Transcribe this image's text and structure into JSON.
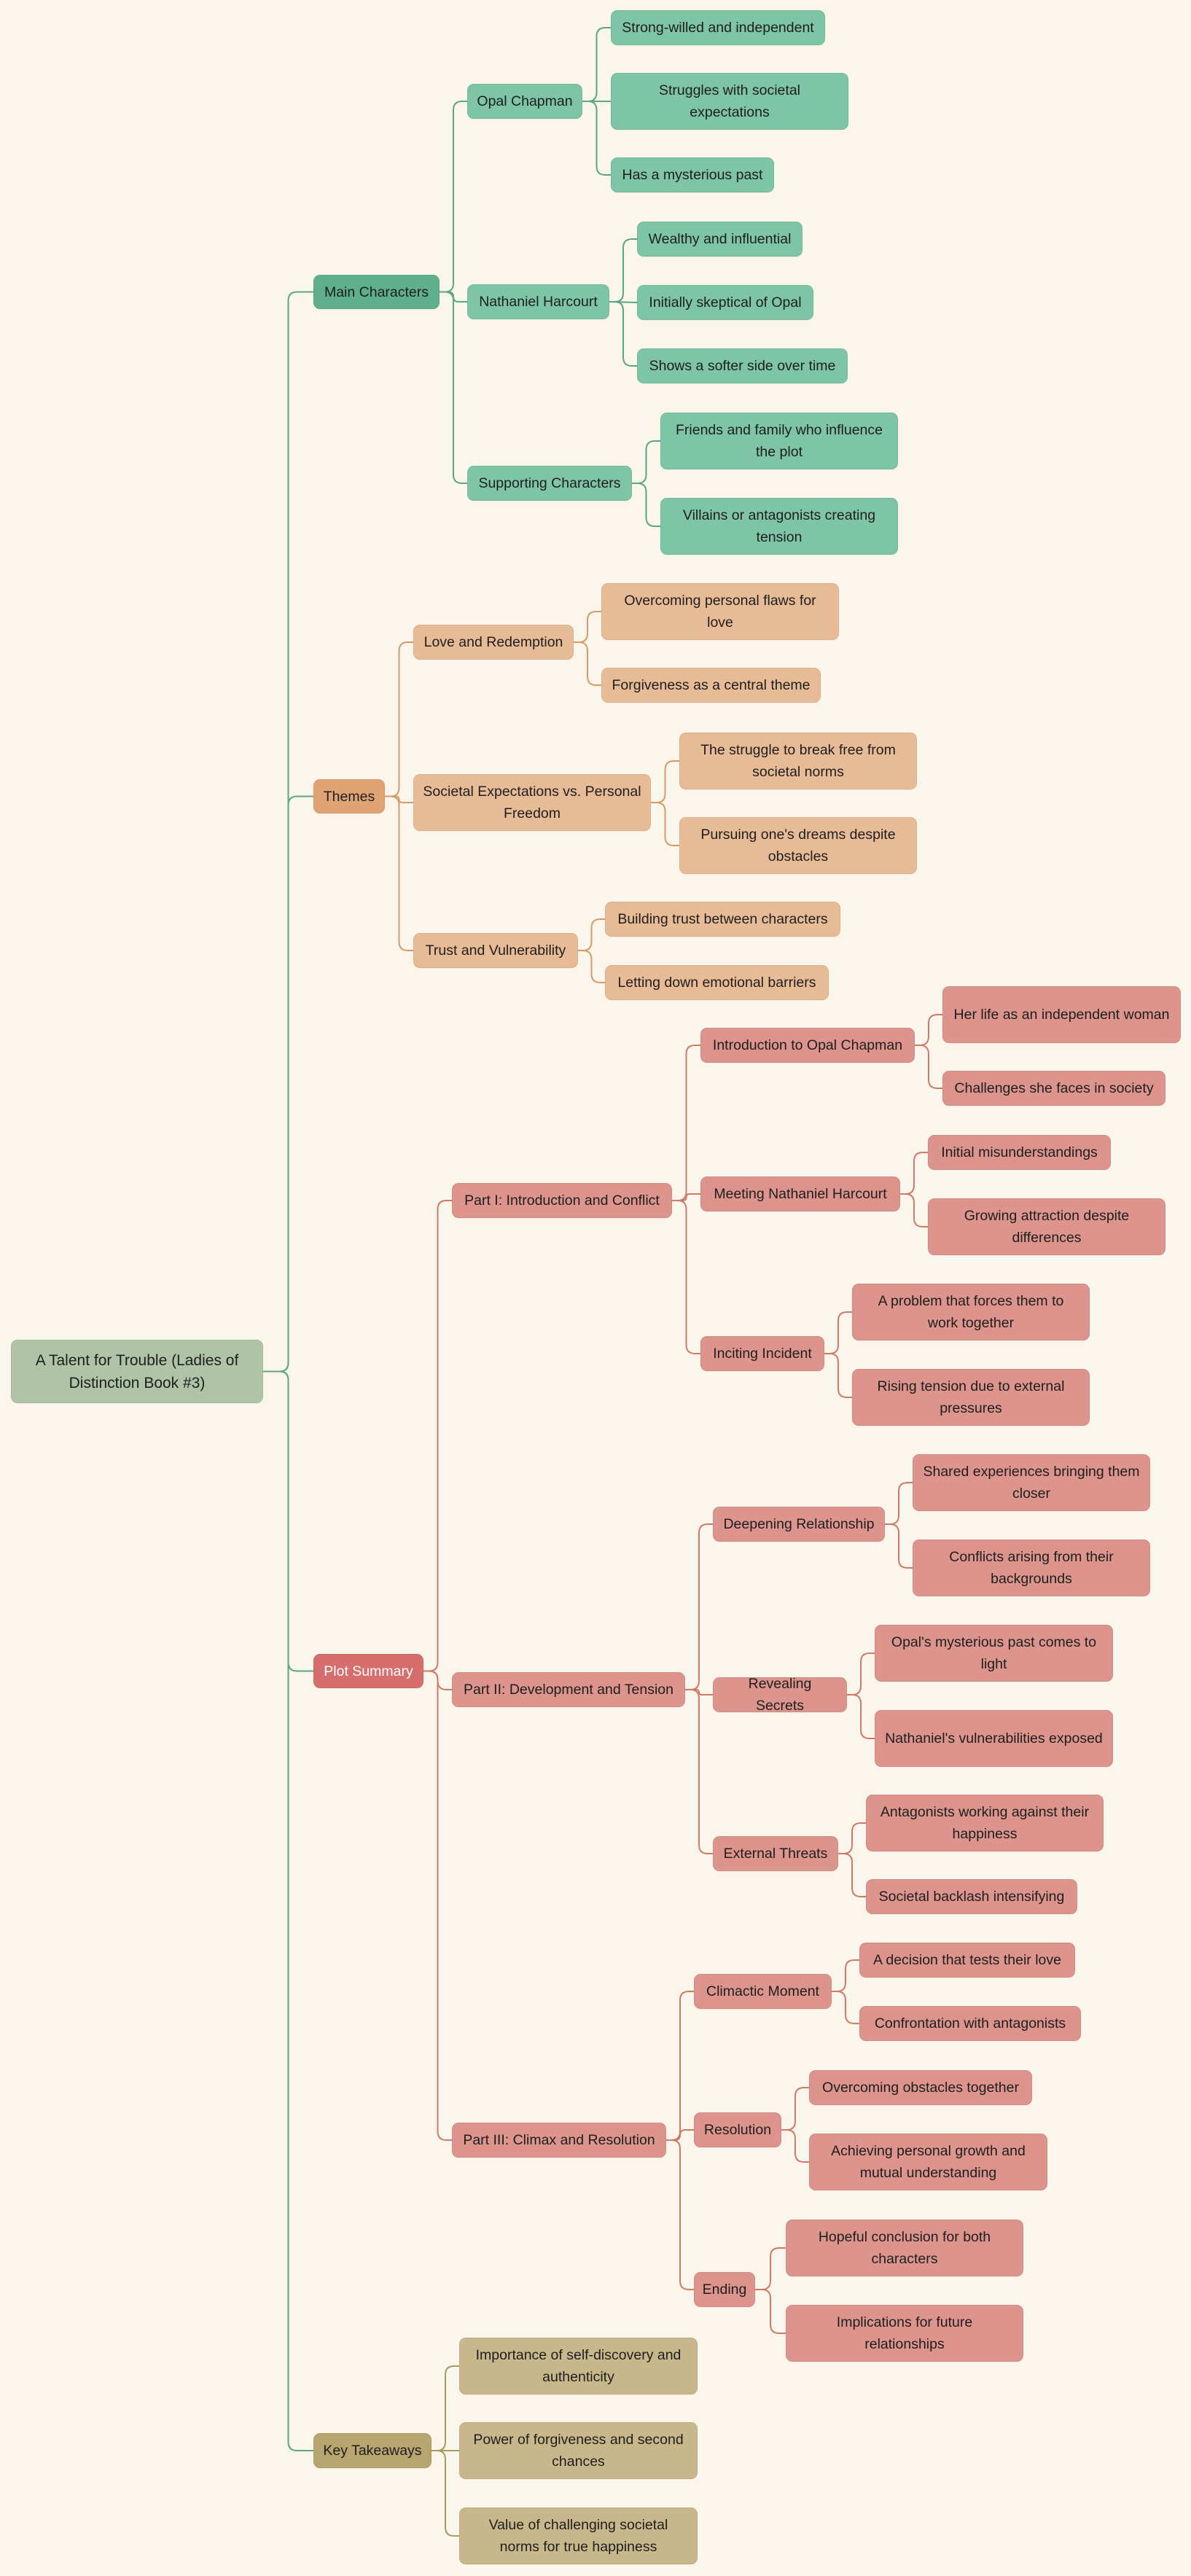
{
  "root": {
    "label": "A Talent for Trouble (Ladies of Distinction Book #3)"
  },
  "branches": {
    "main_characters": {
      "label": "Main Characters",
      "opal": {
        "label": "Opal Chapman",
        "items": [
          "Strong-willed and independent",
          "Struggles with societal expectations",
          "Has a mysterious past"
        ]
      },
      "nathaniel": {
        "label": "Nathaniel Harcourt",
        "items": [
          "Wealthy and influential",
          "Initially skeptical of Opal",
          "Shows a softer side over time"
        ]
      },
      "supporting": {
        "label": "Supporting Characters",
        "items": [
          "Friends and family who influence the plot",
          "Villains or antagonists creating tension"
        ]
      }
    },
    "themes": {
      "label": "Themes",
      "love": {
        "label": "Love and Redemption",
        "items": [
          "Overcoming personal flaws for love",
          "Forgiveness as a central theme"
        ]
      },
      "society": {
        "label": "Societal Expectations vs. Personal Freedom",
        "items": [
          "The struggle to break free from societal norms",
          "Pursuing one's dreams despite obstacles"
        ]
      },
      "trust": {
        "label": "Trust and Vulnerability",
        "items": [
          "Building trust between characters",
          "Letting down emotional barriers"
        ]
      }
    },
    "plot": {
      "label": "Plot Summary",
      "part1": {
        "label": "Part I: Introduction and Conflict",
        "intro": {
          "label": "Introduction to Opal Chapman",
          "items": [
            "Her life as an independent woman",
            "Challenges she faces in society"
          ]
        },
        "meeting": {
          "label": "Meeting Nathaniel Harcourt",
          "items": [
            "Initial misunderstandings",
            "Growing attraction despite differences"
          ]
        },
        "inciting": {
          "label": "Inciting Incident",
          "items": [
            "A problem that forces them to work together",
            "Rising tension due to external pressures"
          ]
        }
      },
      "part2": {
        "label": "Part II: Development and Tension",
        "deepening": {
          "label": "Deepening Relationship",
          "items": [
            "Shared experiences bringing them closer",
            "Conflicts arising from their backgrounds"
          ]
        },
        "secrets": {
          "label": "Revealing Secrets",
          "items": [
            "Opal's mysterious past comes to light",
            "Nathaniel's vulnerabilities exposed"
          ]
        },
        "threats": {
          "label": "External Threats",
          "items": [
            "Antagonists working against their happiness",
            "Societal backlash intensifying"
          ]
        }
      },
      "part3": {
        "label": "Part III: Climax and Resolution",
        "climax": {
          "label": "Climactic Moment",
          "items": [
            "A decision that tests their love",
            "Confrontation with antagonists"
          ]
        },
        "resolution": {
          "label": "Resolution",
          "items": [
            "Overcoming obstacles together",
            "Achieving personal growth and mutual understanding"
          ]
        },
        "ending": {
          "label": "Ending",
          "items": [
            "Hopeful conclusion for both characters",
            "Implications for future relationships"
          ]
        }
      }
    },
    "takeaways": {
      "label": "Key Takeaways",
      "items": [
        "Importance of self-discovery and authenticity",
        "Power of forgiveness and second chances",
        "Value of challenging societal norms for true happiness"
      ]
    }
  },
  "colors": {
    "background": "#fbf6ec",
    "root": "#afc4a6",
    "characters_dark": "#5fae8c",
    "characters_light": "#7ec4a6",
    "characters_edge": "#5aa687",
    "themes_dark": "#e0a373",
    "themes_light": "#e8bb97",
    "themes_edge": "#d99a66",
    "plot_dark": "#d66e6e",
    "plot_light": "#dc948d",
    "plot_edge": "#cf7968",
    "plot_text": "#ffffff",
    "takeaways_dark": "#b8a56f",
    "takeaways_light": "#c8b78b",
    "takeaways_edge": "#a99a5f"
  }
}
